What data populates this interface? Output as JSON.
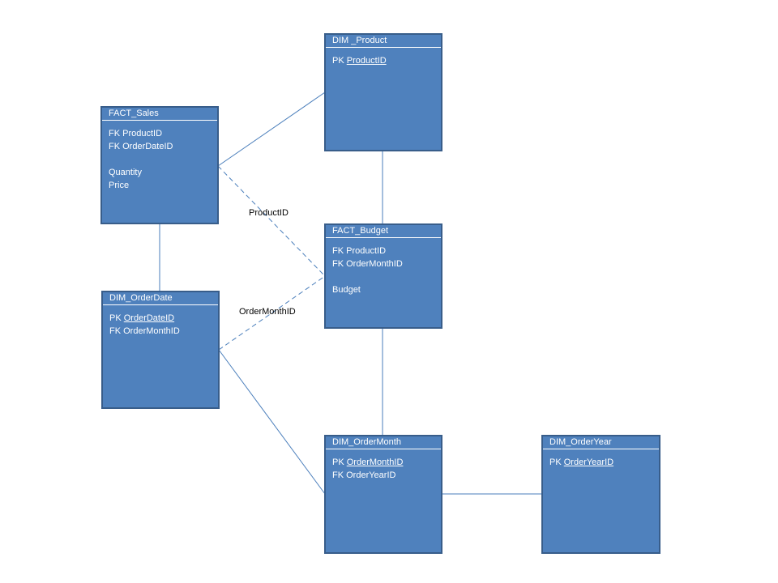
{
  "entities": {
    "fact_sales": {
      "title": "FACT_Sales",
      "rows": [
        "FK ProductID",
        "FK OrderDateID",
        "",
        "Quantity",
        "Price"
      ]
    },
    "dim_product": {
      "title": "DIM _Product",
      "pk_prefix": "PK ",
      "pk": "ProductID"
    },
    "fact_budget": {
      "title": "FACT_Budget",
      "rows": [
        "FK ProductID",
        "FK OrderMonthID",
        "",
        "Budget"
      ]
    },
    "dim_orderdate": {
      "title": "DIM_OrderDate",
      "pk_prefix": "PK ",
      "pk": "OrderDateID",
      "fk": "FK OrderMonthID"
    },
    "dim_ordermonth": {
      "title": "DIM_OrderMonth",
      "pk_prefix": "PK ",
      "pk": "OrderMonthID",
      "fk": "FK OrderYearID"
    },
    "dim_orderyear": {
      "title": "DIM_OrderYear",
      "pk_prefix": "PK ",
      "pk": "OrderYearID"
    }
  },
  "relationship_labels": {
    "product": "ProductID",
    "ordermonth": "OrderMonthID"
  },
  "colors": {
    "box_fill": "#4f81bd",
    "box_border": "#385d8a",
    "line": "#4a7ebb"
  }
}
